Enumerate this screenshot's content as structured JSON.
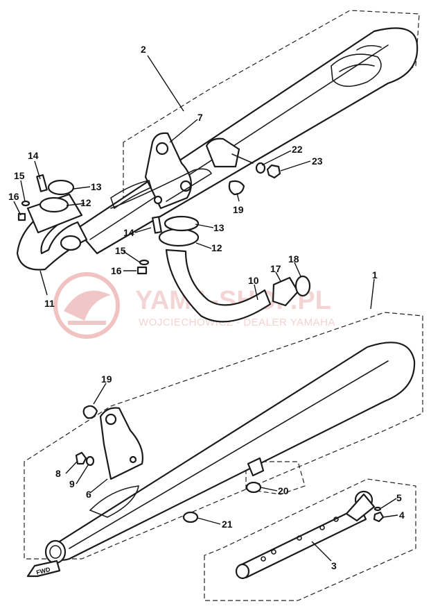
{
  "watermark": {
    "title": "YAMA-SHOP.PL",
    "subtitle": "WOJCIECHOWICZ - DEALER YAMAHA",
    "logo_color": "#e9a8a8"
  },
  "direction_marker": "FWD",
  "callouts": {
    "c1": "1",
    "c2": "2",
    "c3": "3",
    "c4": "4",
    "c5": "5",
    "c6": "6",
    "c7": "7",
    "c8": "8",
    "c9": "9",
    "c10": "10",
    "c11": "11",
    "c12a": "12",
    "c12b": "12",
    "c13a": "13",
    "c13b": "13",
    "c14a": "14",
    "c14b": "14",
    "c15a": "15",
    "c15b": "15",
    "c16a": "16",
    "c16b": "16",
    "c17": "17",
    "c18": "18",
    "c19a": "19",
    "c19b": "19",
    "c20": "20",
    "c21": "21",
    "c22": "22",
    "c23": "23"
  },
  "colors": {
    "line": "#1a1a1a",
    "watermark": "#f0c8c8"
  }
}
